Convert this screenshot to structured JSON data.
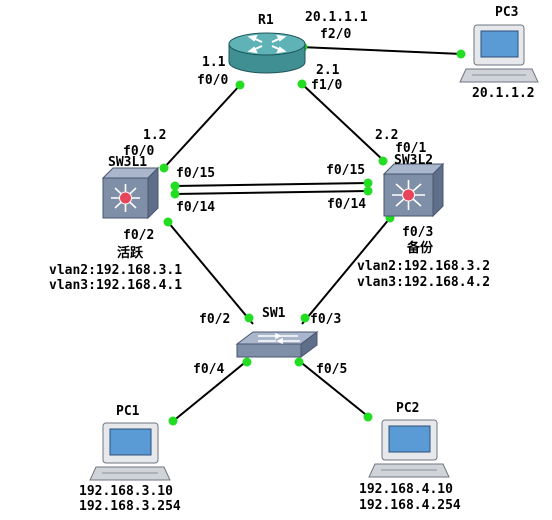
{
  "devices": {
    "r1": {
      "name": "R1"
    },
    "pc3": {
      "name": "PC3",
      "ip": "20.1.1.2"
    },
    "sw3l1": {
      "name": "SW3L1",
      "role": "活跃",
      "vlan2": "vlan2:192.168.3.1",
      "vlan3": "vlan3:192.168.4.1"
    },
    "sw3l2": {
      "name": "SW3L2",
      "role": "备份",
      "vlan2": "vlan2:192.168.3.2",
      "vlan3": "vlan3:192.168.4.2"
    },
    "sw1": {
      "name": "SW1"
    },
    "pc1": {
      "name": "PC1",
      "ip": "192.168.3.10",
      "gw": "192.168.3.254"
    },
    "pc2": {
      "name": "PC2",
      "ip": "192.168.4.10",
      "gw": "192.168.4.254"
    }
  },
  "labels": {
    "r1_f2_0_ip": "20.1.1.1",
    "r1_f2_0": "f2/0",
    "r1_f0_0_ip": "1.1",
    "r1_f0_0": "f0/0",
    "r1_f1_0_ip": "2.1",
    "r1_f1_0": "f1/0",
    "sw3l1_f0_0_ip": "1.2",
    "sw3l1_f0_0": "f0/0",
    "sw3l2_f0_1_ip": "2.2",
    "sw3l2_f0_1": "f0/1",
    "sw3l1_f0_15": "f0/15",
    "sw3l1_f0_14": "f0/14",
    "sw3l2_f0_15": "f0/15",
    "sw3l2_f0_14": "f0/14",
    "sw3l1_f0_2": "f0/2",
    "sw3l2_f0_3": "f0/3",
    "sw1_f0_2": "f0/2",
    "sw1_f0_3": "f0/3",
    "sw1_f0_4": "f0/4",
    "sw1_f0_5": "f0/5"
  },
  "colors": {
    "link": "#000000",
    "port_dot": "#22dd22",
    "router_body": "#3f8f93",
    "router_top": "#5fb3b7",
    "switch_body": "#7f8fa8",
    "switch_top": "#a9b6cc",
    "l3_center": "#e8455a",
    "pc_screen": "#5b9bd5"
  }
}
